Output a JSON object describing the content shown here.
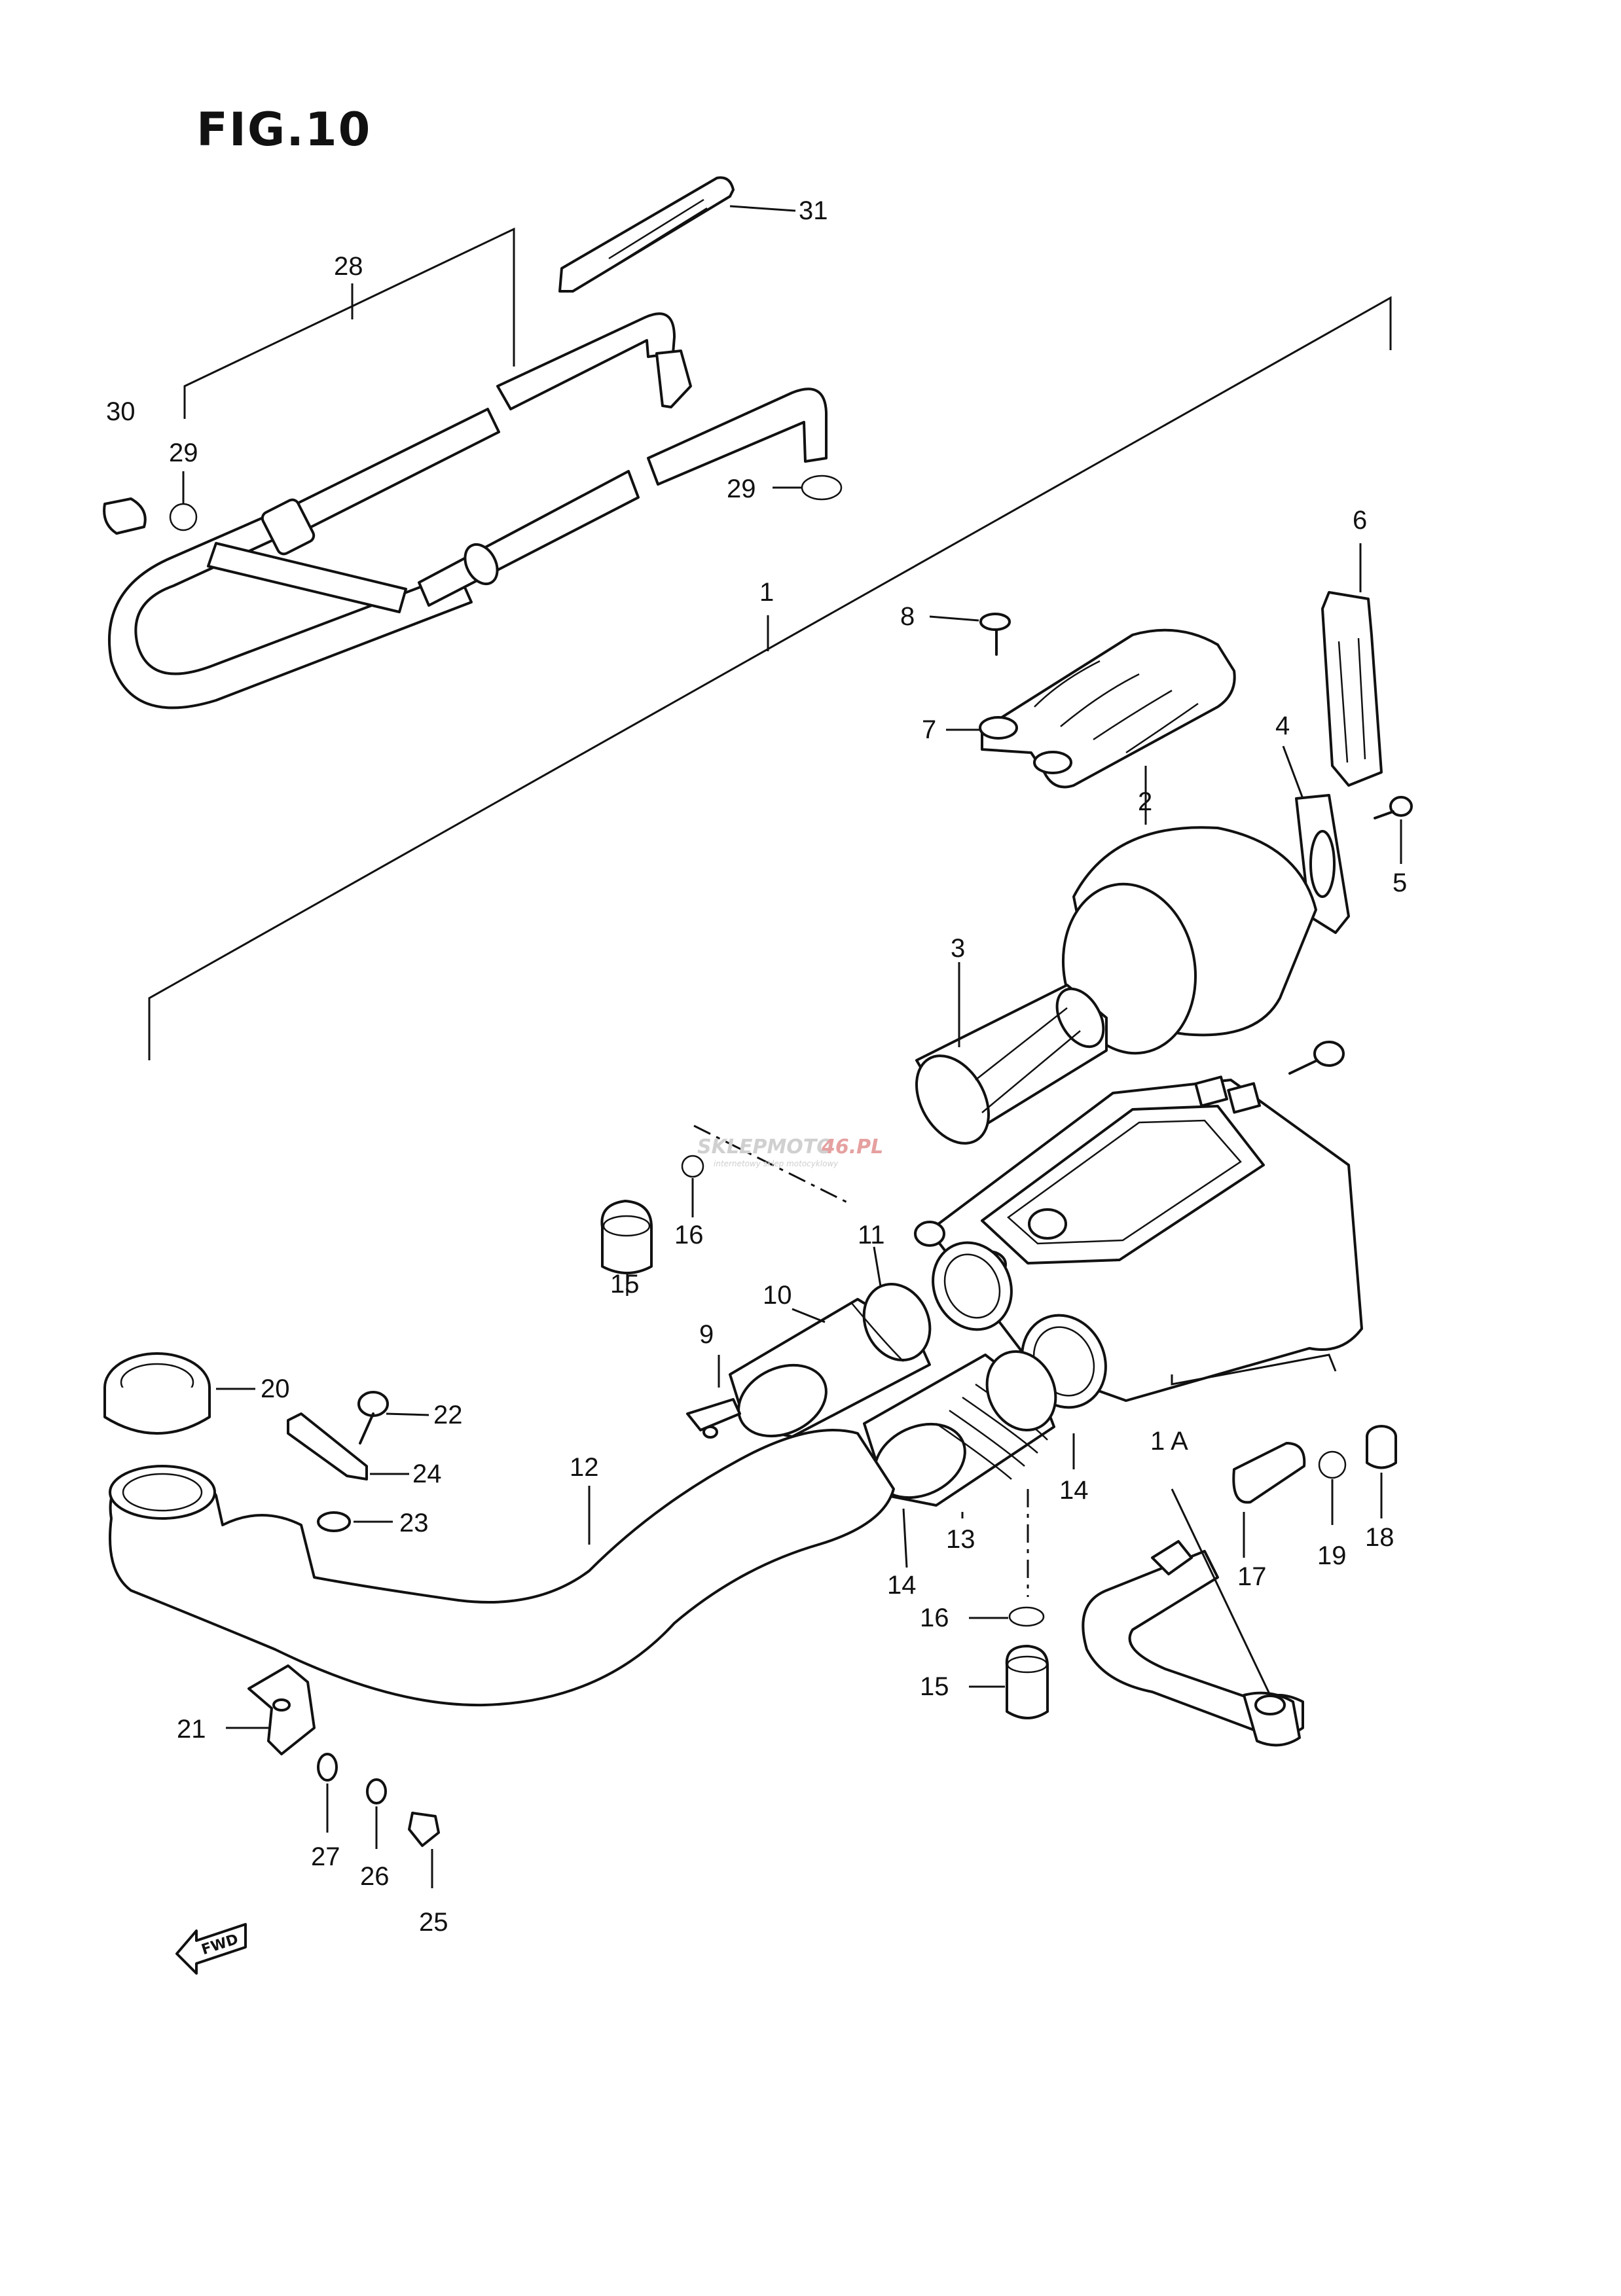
{
  "figure": {
    "title": "FIG.10"
  },
  "callouts": {
    "c1": "1",
    "c1a": "1 A",
    "c2": "2",
    "c3": "3",
    "c4": "4",
    "c5": "5",
    "c6": "6",
    "c7": "7",
    "c8": "8",
    "c9": "9",
    "c10": "10",
    "c11": "11",
    "c12": "12",
    "c13": "13",
    "c14a": "14",
    "c14b": "14",
    "c15a": "15",
    "c15b": "15",
    "c16a": "16",
    "c16b": "16",
    "c17": "17",
    "c18": "18",
    "c19": "19",
    "c20": "20",
    "c21": "21",
    "c22": "22",
    "c23": "23",
    "c24": "24",
    "c25": "25",
    "c26": "26",
    "c27": "27",
    "c28": "28",
    "c29a": "29",
    "c29b": "29",
    "c30": "30",
    "c31": "31"
  },
  "watermark": {
    "brand_a": "SKLEPMOTO",
    "brand_b": "46.PL",
    "tagline": "internetowy sklep motocyklowy"
  },
  "fwd_label": "FWD"
}
